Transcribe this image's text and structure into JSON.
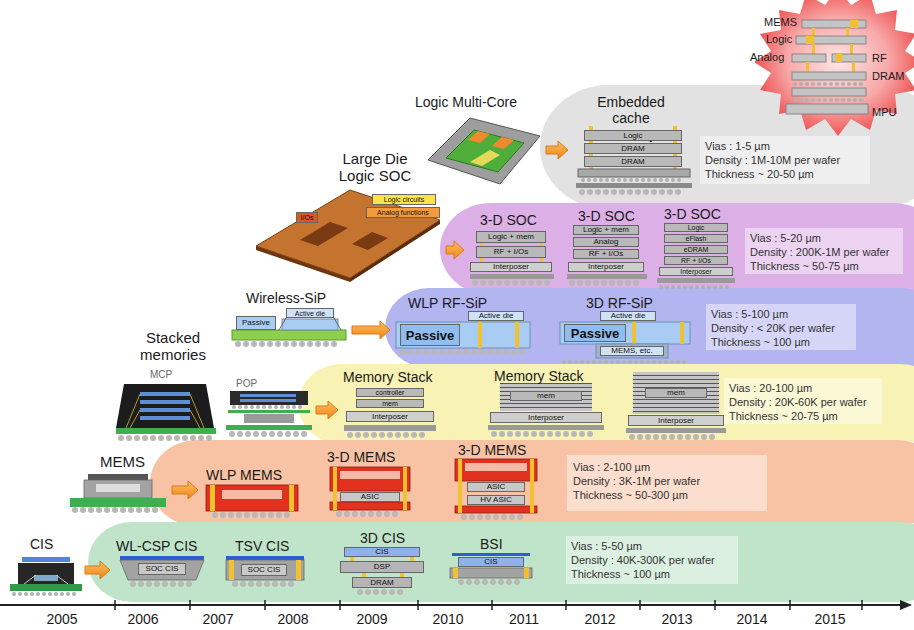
{
  "diagram": {
    "nodes": [
      {
        "text": [
          "Vias : 1-5 µm",
          "Density : 1M-10M per wafer",
          "Thickness ~ 20-50 µm"
        ]
      },
      {
        "text": [
          "Logic Multi-Core"
        ]
      },
      {
        "text": [
          "Embedded cache memory"
        ],
        "in": 0
      },
      {
        "text": [
          "Logic"
        ],
        "in": 2
      },
      {
        "text": [
          "DRAM"
        ],
        "in": 2
      },
      {
        "text": [
          "DRAM"
        ],
        "in": 2
      },
      {
        "text": [
          "Vias : 5-20 µm",
          "Density : 200K-1M per wafer",
          "Thickness ~ 50-75 µm"
        ]
      },
      {
        "text": [
          "Large Die Logic SOC"
        ]
      },
      {
        "text": [
          "Logic circuits"
        ],
        "in": 7
      },
      {
        "text": [
          "I/Os"
        ],
        "in": 7
      },
      {
        "text": [
          "Analog functions"
        ],
        "in": 7
      },
      {
        "text": [
          "3-D SOC"
        ],
        "in": 6
      },
      {
        "text": [
          "Logic + mem"
        ],
        "in": 11
      },
      {
        "text": [
          "RF + I/Os"
        ],
        "in": 11
      },
      {
        "text": [
          "Interposer"
        ],
        "in": 11
      },
      {
        "text": [
          "3-D SOC"
        ],
        "in": 6
      },
      {
        "text": [
          "Logic + mem"
        ],
        "in": 15
      },
      {
        "text": [
          "Analog"
        ],
        "in": 15
      },
      {
        "text": [
          "RF + I/Os"
        ],
        "in": 15
      },
      {
        "text": [
          "Interposer"
        ],
        "in": 15
      },
      {
        "text": [
          "3-D SOC"
        ],
        "in": 6
      },
      {
        "text": [
          "Logic"
        ],
        "in": 20
      },
      {
        "text": [
          "eFlash"
        ],
        "in": 20
      },
      {
        "text": [
          "eDRAM"
        ],
        "in": 20
      },
      {
        "text": [
          "RF + I/Os"
        ],
        "in": 20
      },
      {
        "text": [
          "Interposer"
        ],
        "in": 20
      },
      {
        "text": [
          "Vias : 5-100 µm",
          "Density : < 20K per wafer",
          "Thickness ~ 100 µm"
        ]
      },
      {
        "text": [
          "Wireless-SiP"
        ]
      },
      {
        "text": [
          "Passive"
        ],
        "in": 27
      },
      {
        "text": [
          "Active die"
        ],
        "in": 27
      },
      {
        "text": [
          "WLP RF-SiP"
        ],
        "in": 26
      },
      {
        "text": [
          "Passive"
        ],
        "in": 30
      },
      {
        "text": [
          "Active die"
        ],
        "in": 30
      },
      {
        "text": [
          "3D RF-SiP"
        ],
        "in": 26
      },
      {
        "text": [
          "Passive"
        ],
        "in": 33
      },
      {
        "text": [
          "Active die"
        ],
        "in": 33
      },
      {
        "text": [
          "MEMS, etc."
        ],
        "in": 33
      },
      {
        "text": [
          "Vias : 20-100 µm",
          "Density : 20K-60K per wafer",
          "Thickness ~ 20-75 µm"
        ]
      },
      {
        "text": [
          "Stacked memories",
          "MCP"
        ]
      },
      {
        "text": [
          "POP"
        ]
      },
      {
        "text": [
          "Memory Stack"
        ],
        "in": 37
      },
      {
        "text": [
          "controller"
        ],
        "in": 40
      },
      {
        "text": [
          "mem"
        ],
        "in": 40
      },
      {
        "text": [
          "Interposer"
        ],
        "in": 40
      },
      {
        "text": [
          "Memory Stack"
        ],
        "in": 37
      },
      {
        "text": [
          "mem"
        ],
        "in": 44
      },
      {
        "text": [
          "Interposer"
        ],
        "in": 44
      },
      {
        "text": [
          "mem"
        ],
        "in": 37
      },
      {
        "text": [
          "Interposer"
        ],
        "in": 37
      },
      {
        "text": [
          "Vias : 2-100 µm",
          "Density : 3K-1M per wafer",
          "Thickness ~ 50-300 µm"
        ]
      },
      {
        "text": [
          "MEMS"
        ]
      },
      {
        "text": [
          "WLP MEMS"
        ],
        "in": 49
      },
      {
        "text": [
          "3-D MEMS"
        ],
        "in": 49
      },
      {
        "text": [
          "ASIC"
        ],
        "in": 52
      },
      {
        "text": [
          "3-D MEMS"
        ],
        "in": 49
      },
      {
        "text": [
          "ASIC"
        ],
        "in": 54
      },
      {
        "text": [
          "HV ASIC"
        ],
        "in": 54
      },
      {
        "text": [
          "Vias : 5-50 µm",
          "Density : 40K-300K per wafer",
          "Thickness ~ 100 µm"
        ]
      },
      {
        "text": [
          "CIS"
        ]
      },
      {
        "text": [
          "WL-CSP CIS"
        ],
        "in": 57
      },
      {
        "text": [
          "SOC CIS"
        ],
        "in": 59
      },
      {
        "text": [
          "TSV CIS"
        ],
        "in": 57
      },
      {
        "text": [
          "SOC CIS"
        ],
        "in": 61
      },
      {
        "text": [
          "3D CIS"
        ],
        "in": 57
      },
      {
        "text": [
          "CIS"
        ],
        "in": 63
      },
      {
        "text": [
          "DSP"
        ],
        "in": 63
      },
      {
        "text": [
          "DRAM"
        ],
        "in": 63
      },
      {
        "text": [
          "BSI"
        ],
        "in": 57
      },
      {
        "text": [
          "CIS"
        ],
        "in": 67
      }
    ],
    "edges": [
      {
        "from": 1,
        "to": 2,
        "arrow": "to"
      },
      {
        "from": 7,
        "to": 11,
        "arrow": "to"
      },
      {
        "from": 27,
        "to": 30,
        "arrow": "to"
      },
      {
        "from": 39,
        "to": 40,
        "arrow": "to"
      },
      {
        "from": 50,
        "to": 51,
        "arrow": "to"
      },
      {
        "from": 58,
        "to": 59,
        "arrow": "to"
      }
    ],
    "labels": [
      "MEMS",
      "Logic",
      "Analog",
      "RF",
      "DRAM",
      "MPU",
      "2005",
      "2006",
      "2007",
      "2008",
      "2009",
      "2010",
      "2011",
      "2012",
      "2013",
      "2014",
      "2015"
    ]
  }
}
